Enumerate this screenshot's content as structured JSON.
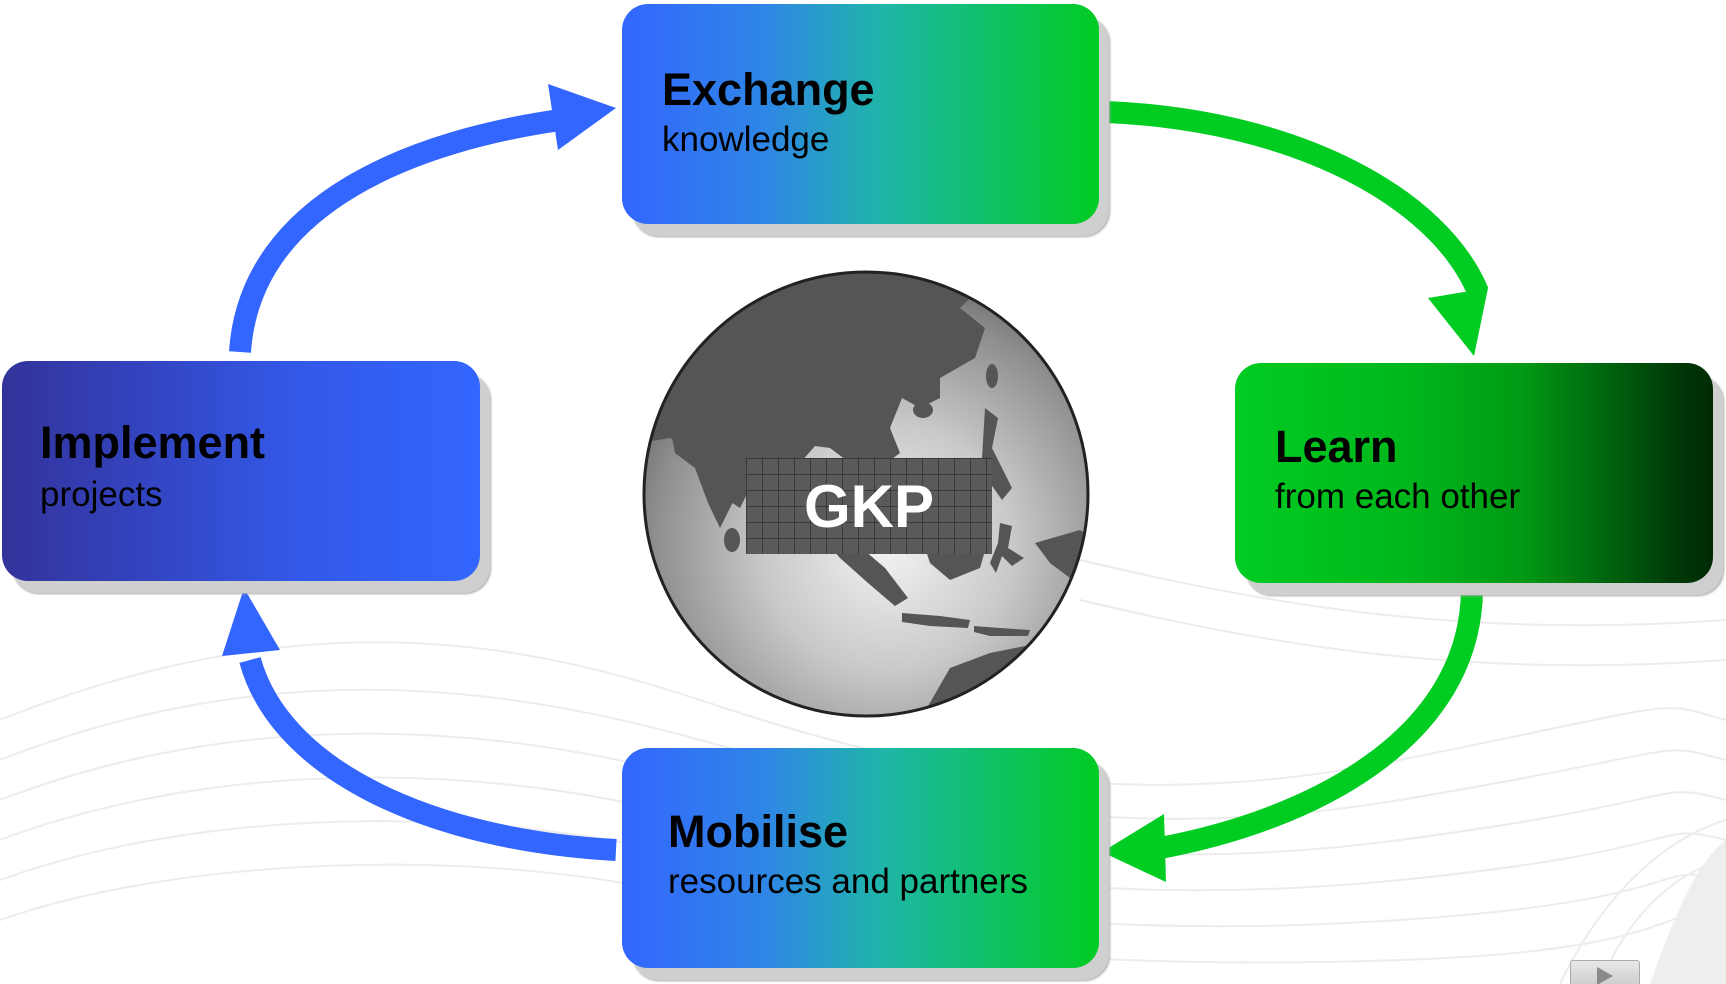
{
  "center": {
    "label": "GKP"
  },
  "nodes": {
    "exchange": {
      "title": "Exchange",
      "subtitle": "knowledge"
    },
    "learn": {
      "title": "Learn",
      "subtitle": "from each other"
    },
    "implement": {
      "title": "Implement",
      "subtitle": "projects"
    },
    "mobilise": {
      "title": "Mobilise",
      "subtitle": "resources and partners"
    }
  },
  "cycle_order": [
    "Exchange",
    "Learn",
    "Mobilise",
    "Implement"
  ],
  "colors": {
    "blue": "#3366ff",
    "green": "#00cc22",
    "navy": "#33339a",
    "dark_green": "#002a04",
    "land": "#555555",
    "ocean_light": "#e6e6e6",
    "ocean_dark": "#7a7a7a"
  },
  "icons": {
    "globe": "globe-icon",
    "next": "play-triangle-icon"
  }
}
